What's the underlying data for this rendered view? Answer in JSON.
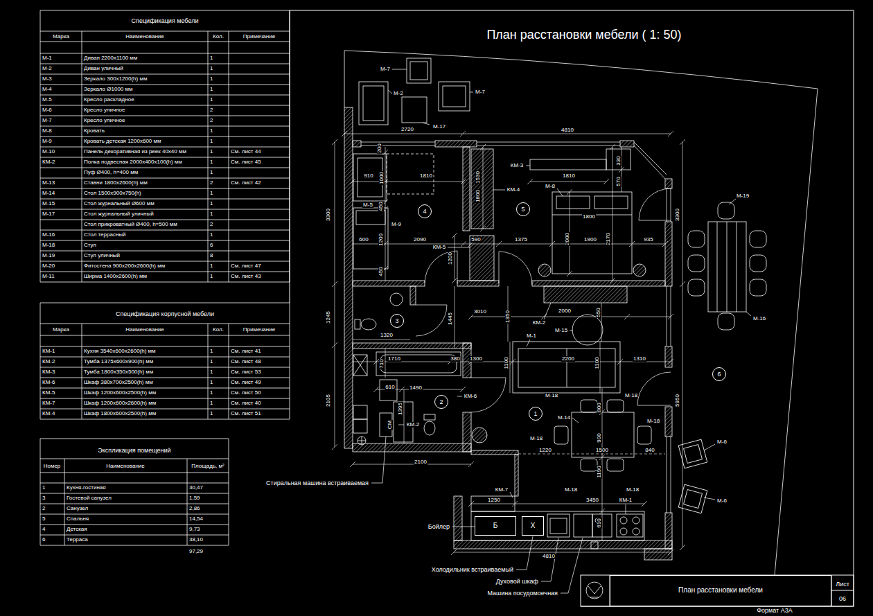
{
  "diagram": {
    "title": "План расстановки мебели ( 1: 50)",
    "nodes": [
      {
        "text": [
          "4"
        ]
      },
      {
        "text": [
          "5"
        ]
      },
      {
        "text": [
          "3"
        ]
      },
      {
        "text": [
          "2"
        ]
      },
      {
        "text": [
          "1"
        ]
      },
      {
        "text": [
          "6"
        ]
      },
      {
        "text": [
          "Б"
        ]
      },
      {
        "text": [
          "Х"
        ]
      },
      {
        "text": [
          "План расстановки мебели"
        ]
      }
    ],
    "labels": [
      "Спецификация мебели",
      "Марка",
      "Наименование",
      "Кол.",
      "Примечание",
      "М-1",
      "Диван 2200х1100 мм",
      "1",
      "М-2",
      "Диван уличный",
      "1",
      "М-3",
      "Зеркало 300х1200(h) мм",
      "1",
      "М-4",
      "Зеркало Ø1000 мм",
      "1",
      "М-5",
      "Кресло раскладное",
      "1",
      "М-6",
      "Кресло уличное",
      "2",
      "М-7",
      "Кресло уличное",
      "2",
      "М-8",
      "Кровать",
      "1",
      "М-9",
      "Кровать детская 1200х600 мм",
      "1",
      "М-10",
      "Панель декоративная из реек 40х40 мм",
      "1",
      "См. лист 44",
      "КМ-2",
      "Полка подвесная 2000х400х100(h) мм",
      "1",
      "См. лист 45",
      "Пуф Ø400, h=400 мм",
      "1",
      "М-13",
      "Ставни 1800х2600(h) мм",
      "2",
      "См. лист 42",
      "М-14",
      "Стол 1500х900х750(h)",
      "1",
      "М-15",
      "Стол журнальный Ø600 мм",
      "1",
      "М-17",
      "Стол журнальный уличный",
      "1",
      "Стол прикроватный Ø400, h=500 мм",
      "2",
      "М-16",
      "Стол террасный",
      "1",
      "М-18",
      "Стул",
      "6",
      "М-19",
      "Стул уличный",
      "8",
      "М-20",
      "Фитостена 900х200х2600(h) мм",
      "1",
      "См. лист 47",
      "М-11",
      "Ширма 1400х2600(h) мм",
      "1",
      "См. лист 43",
      "Спецификация корпусной мебели",
      "Марка",
      "Наименование",
      "Кол.",
      "Примечание",
      "КМ-1",
      "Кухня 3540х600х2600(h) мм",
      "1",
      "См. лист 41",
      "КМ-2",
      "Тумба 1375х600х900(h) мм",
      "1",
      "См. лист 48",
      "КМ-3",
      "Тумба 1800х350х500(h) мм",
      "1",
      "См. лист 53",
      "КМ-6",
      "Шкаф 380х700х2500(h) мм",
      "1",
      "См. лист 49",
      "КМ-5",
      "Шкаф 1200х600х2500(h) мм",
      "1",
      "См. лист 50",
      "КМ-7",
      "Шкаф 1200х600х2600(h) мм",
      "1",
      "См. лист 40",
      "КМ-4",
      "Шкаф 1800х600х2500(h) мм",
      "1",
      "См. лист 51",
      "Экспликация помещений",
      "Номер",
      "Наименование",
      "Площадь, м²",
      "1",
      "Кухня-гостиная",
      "30,47",
      "3",
      "Гостевой санузел",
      "1,59",
      "2",
      "Санузел",
      "2,86",
      "5",
      "Спальня",
      "14,54",
      "4",
      "Детская",
      "9,73",
      "6",
      "Терраса",
      "38,10",
      "97,29",
      "М-7",
      "М-2",
      "М-7",
      "М-17",
      "2720",
      "4810",
      "200",
      "КМ-3",
      "330",
      "910",
      "1000",
      "1810",
      "1530",
      "1810",
      "570",
      "М-8",
      "1800",
      "КМ-4",
      "М-5",
      "450",
      "3300",
      "1800",
      "3300",
      "М-9",
      "600",
      "1200",
      "2090",
      "590",
      "1375",
      "2000",
      "1900",
      "2170",
      "935",
      "КМ-5",
      "1200",
      "450",
      "3010",
      "2000",
      "1350",
      "550",
      "1245",
      "1445",
      "КМ-2",
      "М-15",
      "1320",
      "М-1",
      "1710",
      "380",
      "1300",
      "2200",
      "1310",
      "710",
      "1100",
      "1100",
      "610",
      "1490",
      "М-18",
      "М-18",
      "КМ-6",
      "2105",
      "5950",
      "800",
      "1395",
      "М-14",
      "М-18",
      "СМ",
      "КМ-2",
      "М-18",
      "900",
      "1220",
      "1500",
      "840",
      "2100",
      "1190",
      "М-18",
      "КМ-7",
      "М-18",
      "1250",
      "3450",
      "КМ-1",
      "610",
      "4810",
      "М-19",
      "М-16",
      "М-6",
      "М-6",
      "Стиральная машина встраиваемая",
      "Бойлер",
      "Холодильник встраиваемый",
      "Духовой шкаф",
      "Машина посудомоечная",
      "Лист",
      "06",
      "Формат А3А"
    ]
  }
}
